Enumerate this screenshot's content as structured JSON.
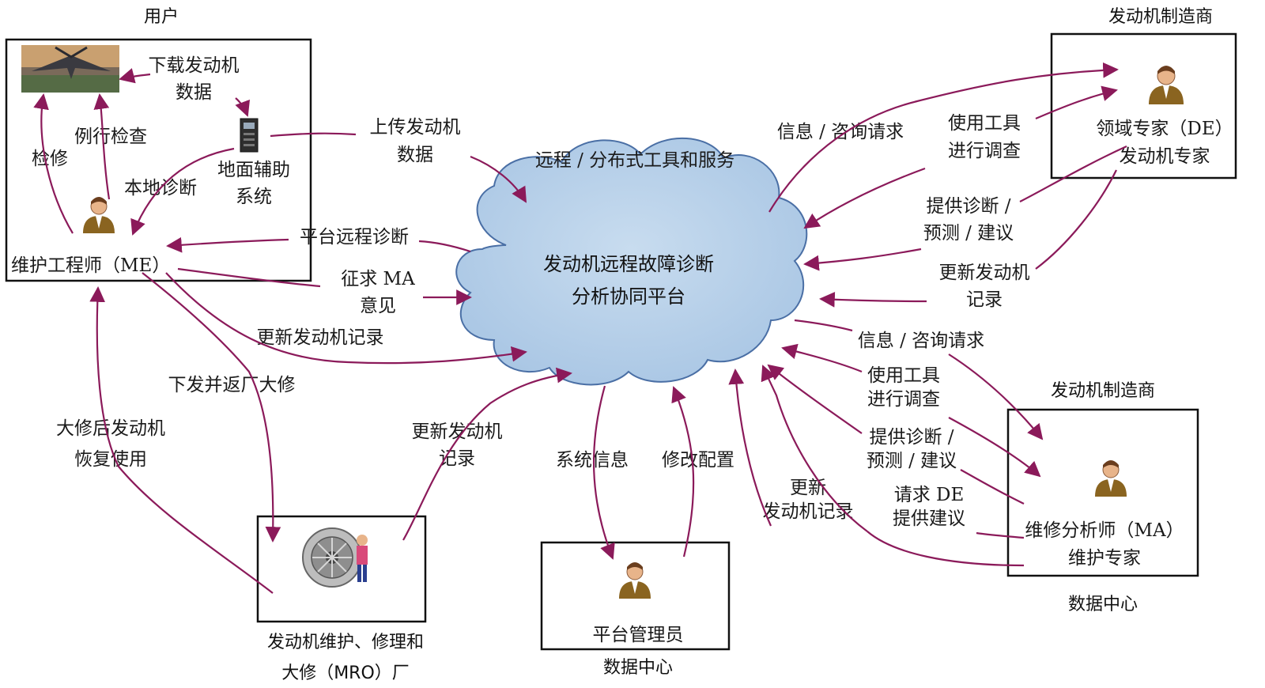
{
  "colors": {
    "arrow": "#8b1a5a",
    "cloud_fill": "#b4cde6",
    "cloud_stroke": "#4a6fa5"
  },
  "headers": {
    "user": "用户",
    "manufacturer_top": "发动机制造商",
    "manufacturer_bottom": "发动机制造商",
    "datacenter_right": "数据中心",
    "datacenter_bottom": "数据中心",
    "mro_line1": "发动机维护、修理和",
    "mro_line2": "大修（MRO）厂"
  },
  "cloud": {
    "line1": "发动机远程故障诊断",
    "line2": "分析协同平台",
    "service": "远程 / 分布式工具和服务"
  },
  "roles": {
    "me": "维护工程师（ME）",
    "de_line1": "领域专家（DE）",
    "de_line2": "发动机专家",
    "ma_line1": "维修分析师（MA）",
    "ma_line2": "维护专家",
    "admin": "平台管理员"
  },
  "user_box": {
    "download_1": "下载发动机",
    "download_2": "数据",
    "routine": "例行检查",
    "repair": "检修",
    "ground_1": "地面辅助",
    "ground_2": "系统",
    "local": "本地诊断"
  },
  "labels": {
    "upload_1": "上传发动机",
    "upload_2": "数据",
    "remote_diag": "平台远程诊断",
    "ask_ma_1": "征求 MA",
    "ask_ma_2": "意见",
    "update_record_left": "更新发动机记录",
    "send_overhaul": "下发并返厂大修",
    "restore_1": "大修后发动机",
    "restore_2": "恢复使用",
    "mro_update_1": "更新发动机",
    "mro_update_2": "记录",
    "sys_info": "系统信息",
    "modify_config": "修改配置",
    "de_info": "信息 / 咨询请求",
    "de_tools_1": "使用工具",
    "de_tools_2": "进行调查",
    "de_provide_1": "提供诊断 /",
    "de_provide_2": "预测 / 建议",
    "de_update_1": "更新发动机",
    "de_update_2": "记录",
    "ma_info": "信息 / 咨询请求",
    "ma_tools_1": "使用工具",
    "ma_tools_2": "进行调查",
    "ma_provide_1": "提供诊断 /",
    "ma_provide_2": "预测 / 建议",
    "ma_update_1": "更新",
    "ma_update_2": "发动机记录",
    "ma_request_1": "请求 DE",
    "ma_request_2": "提供建议"
  }
}
